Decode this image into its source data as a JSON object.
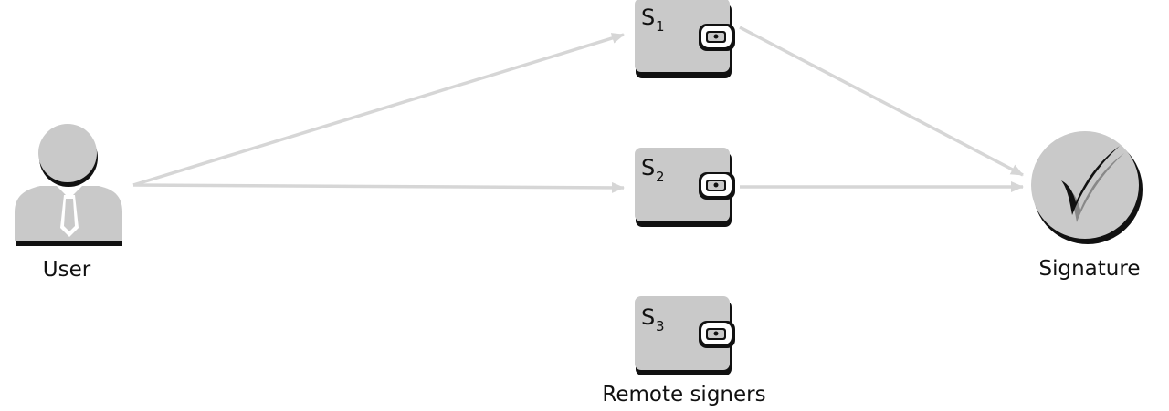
{
  "user": {
    "label": "User"
  },
  "signature": {
    "label": "Signature"
  },
  "signers": [
    {
      "name": "S",
      "sub": "1"
    },
    {
      "name": "S",
      "sub": "2"
    },
    {
      "name": "S",
      "sub": "3"
    }
  ],
  "signers_label": "Remote signers",
  "colors": {
    "fill": "#c9c9c9",
    "shadow": "#111111",
    "arrow": "#d6d6d6",
    "text": "#111111"
  }
}
